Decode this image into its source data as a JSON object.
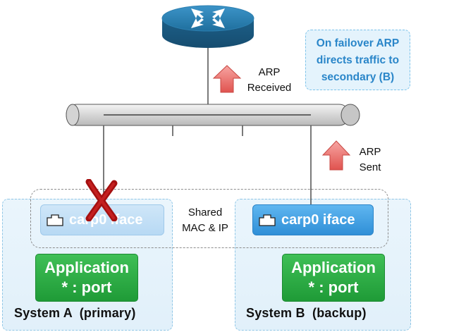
{
  "callout": {
    "lines": [
      "On failover ARP",
      "directs traffic to",
      "secondary (B)"
    ]
  },
  "arp_received": {
    "lines": [
      "ARP",
      "Received"
    ]
  },
  "arp_sent": {
    "lines": [
      "ARP",
      "Sent"
    ]
  },
  "shared": {
    "lines": [
      "Shared",
      "MAC & IP"
    ]
  },
  "system_a": {
    "label": "System A  (primary)",
    "iface_label": "carp0 iface",
    "app_lines": [
      "Application",
      "* : port"
    ]
  },
  "system_b": {
    "label": "System B  (backup)",
    "iface_label": "carp0 iface",
    "app_lines": [
      "Application",
      "* : port"
    ]
  },
  "icons": {
    "router": "router-icon",
    "bus": "network-bus",
    "failure": "failure-x-icon",
    "arrow": "up-arrow-icon",
    "port": "ethernet-port-icon"
  },
  "colors": {
    "router": "#1f6f9e",
    "arrow": "#e0534f",
    "failure": "#b01616",
    "app": "#23a33d",
    "iface_active": "#3a9be2",
    "iface_inactive": "#c4e0f6",
    "callout_text": "#2a86c9"
  }
}
